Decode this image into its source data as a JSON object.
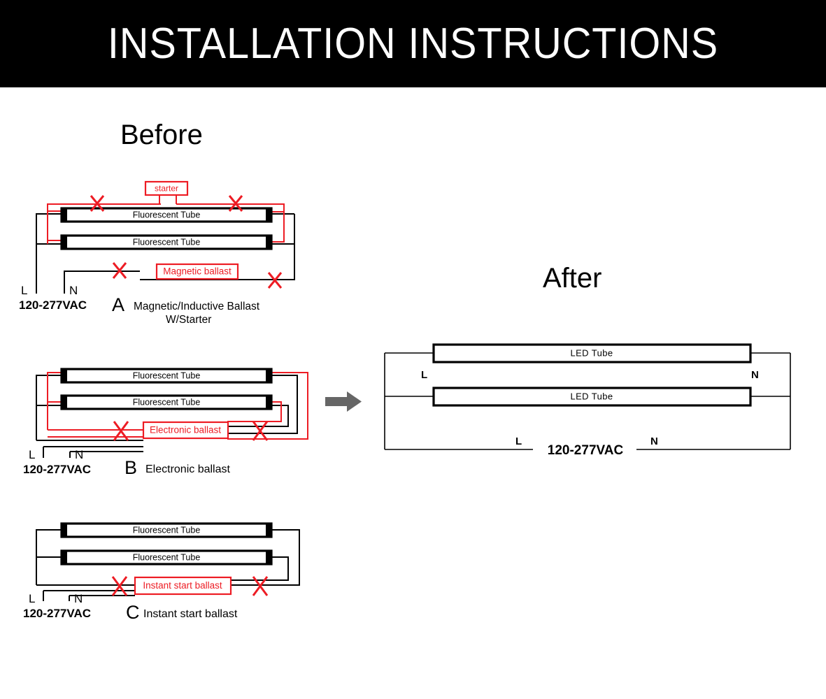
{
  "header": {
    "title": "INSTALLATION INSTRUCTIONS",
    "background": "#000000",
    "text_color": "#ffffff"
  },
  "colors": {
    "wire_black": "#000000",
    "wire_red": "#ed1c24",
    "arrow_gray": "#666666",
    "tube_fill": "#ffffff"
  },
  "sections": {
    "before_heading": "Before",
    "after_heading": "After"
  },
  "transition": {
    "arrow_icon": "arrow-right-icon",
    "color": "#666666"
  },
  "diagrams": {
    "a": {
      "id": "A",
      "letter": "A",
      "caption_line1": "Magnetic/Inductive  Ballast",
      "caption_line2": "W/Starter",
      "tubes": [
        "Fluorescent Tube",
        "Fluorescent Tube"
      ],
      "components": [
        {
          "name": "starter",
          "label": "starter",
          "color": "#ed1c24"
        },
        {
          "name": "magnetic-ballast",
          "label": "Magnetic ballast",
          "color": "#ed1c24"
        }
      ],
      "terminals": {
        "line": "L",
        "neutral": "N"
      },
      "supply": "120-277VAC",
      "remove_marks": 4
    },
    "b": {
      "id": "B",
      "letter": "B",
      "caption_line1": "Electronic ballast",
      "tubes": [
        "Fluorescent Tube",
        "Fluorescent Tube"
      ],
      "components": [
        {
          "name": "electronic-ballast",
          "label": "Electronic  ballast",
          "color": "#ed1c24"
        }
      ],
      "terminals": {
        "line": "L",
        "neutral": "N"
      },
      "supply": "120-277VAC",
      "remove_marks": 2
    },
    "c": {
      "id": "C",
      "letter": "C",
      "caption_line1": "Instant start ballast",
      "tubes": [
        "Fluorescent Tube",
        "Fluorescent Tube"
      ],
      "components": [
        {
          "name": "instant-start-ballast",
          "label": "Instant  start  ballast",
          "color": "#ed1c24"
        }
      ],
      "terminals": {
        "line": "L",
        "neutral": "N"
      },
      "supply": "120-277VAC",
      "remove_marks": 2
    },
    "after": {
      "tubes": [
        "LED  Tube",
        "LED  Tube"
      ],
      "terminals_top": {
        "line": "L",
        "neutral": "N"
      },
      "terminals_bottom": {
        "line": "L",
        "neutral": "N"
      },
      "supply": "120-277VAC"
    }
  }
}
